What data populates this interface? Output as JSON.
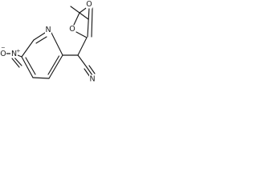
{
  "structure": {
    "atom_labels": {
      "ester_carbonyl_oxygen": "O",
      "ester_ether_oxygen": "O",
      "pyridine_nitrogen": "N",
      "nitrile_nitrogen": "N",
      "nitro_nitrogen": "N",
      "nitro_nitrogen_charge": "+",
      "nitro_oxygen_left": "O",
      "nitro_oxygen_left_charge": "−"
    }
  }
}
